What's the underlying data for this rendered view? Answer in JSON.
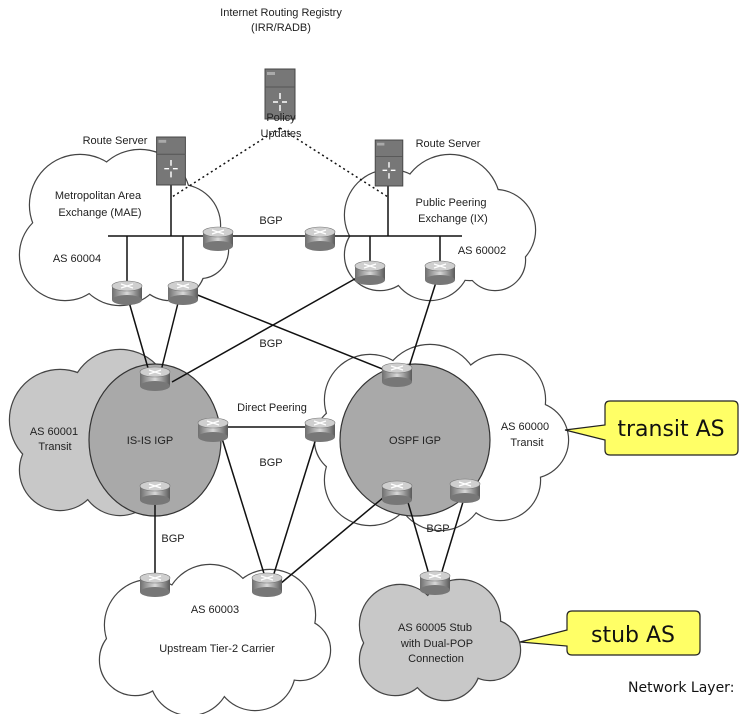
{
  "registry": {
    "line1": "Internet Routing Registry",
    "line2": "(IRR/RADB)"
  },
  "policy": {
    "line1": "Policy",
    "line2": "Updates"
  },
  "route_server_left": "Route Server",
  "route_server_right": "Route Server",
  "mae": {
    "line1": "Metropolitan Area",
    "line2": "Exchange (MAE)",
    "as": "AS 60004"
  },
  "ix": {
    "line1": "Public Peering",
    "line2": "Exchange (IX)",
    "as": "AS 60002"
  },
  "bgp_labels": [
    "BGP",
    "BGP",
    "BGP",
    "BGP",
    "BGP"
  ],
  "as60001": {
    "line1": "AS 60001",
    "line2": "Transit",
    "igp": "IS-IS IGP"
  },
  "as60000": {
    "line1": "AS 60000",
    "line2": "Transit",
    "igp": "OSPF IGP"
  },
  "direct_peering": "Direct Peering",
  "as60003": {
    "line1": "AS 60003",
    "line2": "Upstream Tier-2 Carrier"
  },
  "as60005": {
    "line1": "AS 60005 Stub",
    "line2": "with Dual-POP",
    "line3": "Connection"
  },
  "callouts": {
    "transit": "transit AS",
    "stub": "stub AS"
  },
  "footer": "Network Layer:",
  "colors": {
    "callout_fill": "#ffff66",
    "cloud_gray": "#c8c8c8",
    "igp_gray": "#a9a9a9"
  }
}
